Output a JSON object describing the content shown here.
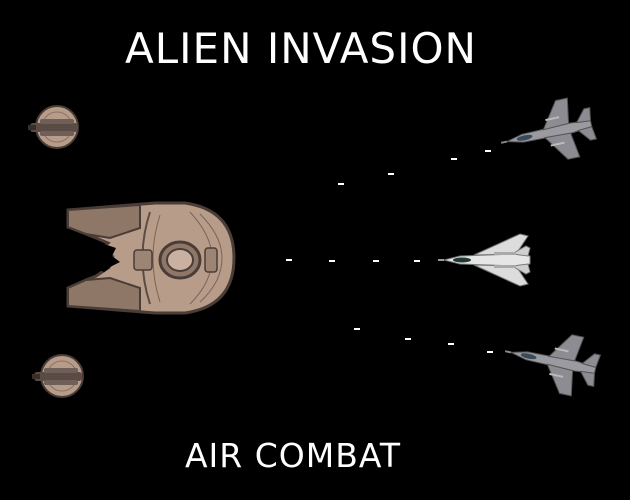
{
  "title": "ALIEN INVASION",
  "subtitle": "AIR COMBAT",
  "colors": {
    "background": "#000000",
    "text": "#ffffff",
    "alien_hull": "#b89c8a",
    "alien_dark": "#4a3c36",
    "jet_gray": "#9a9a9e",
    "jet_light": "#e6e6e6",
    "bullet": "#ffffff"
  },
  "sprites": {
    "mothership": "alien-mothership",
    "turrets": [
      "alien-turret-top",
      "alien-turret-bottom"
    ],
    "fighters": [
      "f15-fighter-top",
      "f14-fighter-middle",
      "f15-fighter-bottom"
    ]
  }
}
